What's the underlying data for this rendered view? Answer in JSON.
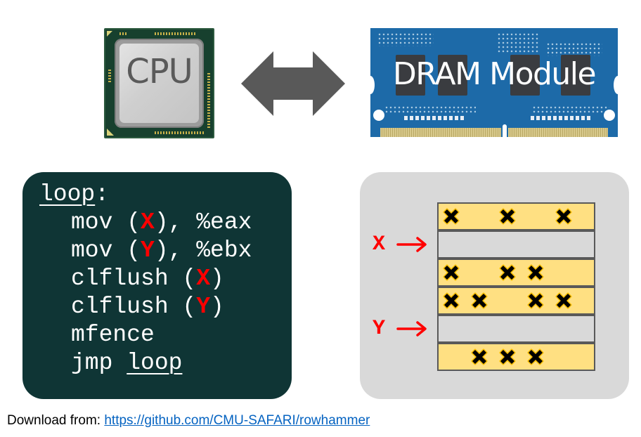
{
  "top": {
    "cpu": {
      "label": "CPU",
      "icon": "cpu-chip-image"
    },
    "connector": {
      "icon": "double-arrow-icon",
      "color": "#595959"
    },
    "dram": {
      "label": "DRAM Module",
      "icon": "dram-module-image"
    }
  },
  "code": {
    "background": "#0f3535",
    "lines": [
      {
        "parts": [
          {
            "text": "loop",
            "style": "underline"
          },
          {
            "text": ":",
            "style": "plain"
          }
        ],
        "indent": false
      },
      {
        "parts": [
          {
            "text": "mov (",
            "style": "plain"
          },
          {
            "text": "X",
            "style": "red"
          },
          {
            "text": "), %eax",
            "style": "plain"
          }
        ],
        "indent": true
      },
      {
        "parts": [
          {
            "text": "mov (",
            "style": "plain"
          },
          {
            "text": "Y",
            "style": "red"
          },
          {
            "text": "), %ebx",
            "style": "plain"
          }
        ],
        "indent": true
      },
      {
        "parts": [
          {
            "text": "clflush (",
            "style": "plain"
          },
          {
            "text": "X",
            "style": "red"
          },
          {
            "text": ")",
            "style": "plain"
          }
        ],
        "indent": true
      },
      {
        "parts": [
          {
            "text": "clflush (",
            "style": "plain"
          },
          {
            "text": "Y",
            "style": "red"
          },
          {
            "text": ")",
            "style": "plain"
          }
        ],
        "indent": true
      },
      {
        "parts": [
          {
            "text": "mfence",
            "style": "plain"
          }
        ],
        "indent": true
      },
      {
        "parts": [
          {
            "text": "jmp ",
            "style": "plain"
          },
          {
            "text": "loop",
            "style": "underline"
          }
        ],
        "indent": true
      }
    ]
  },
  "dram_rows": {
    "victim_color": "#ffe082",
    "aggressor_color": "#ffffff",
    "pointer_color": "#ff0000",
    "slots_per_row": 5,
    "rows": [
      {
        "type": "victim",
        "flips": [
          0,
          2,
          4
        ]
      },
      {
        "type": "aggressor",
        "pointer": "X",
        "flips": []
      },
      {
        "type": "victim",
        "flips": [
          0,
          2,
          3
        ]
      },
      {
        "type": "victim",
        "flips": [
          0,
          1,
          3,
          4
        ]
      },
      {
        "type": "aggressor",
        "pointer": "Y",
        "flips": []
      },
      {
        "type": "victim",
        "flips": [
          1,
          2,
          3
        ]
      }
    ]
  },
  "footer": {
    "prefix": "Download from: ",
    "link_text": "https://github.com/CMU-SAFARI/rowhammer"
  }
}
